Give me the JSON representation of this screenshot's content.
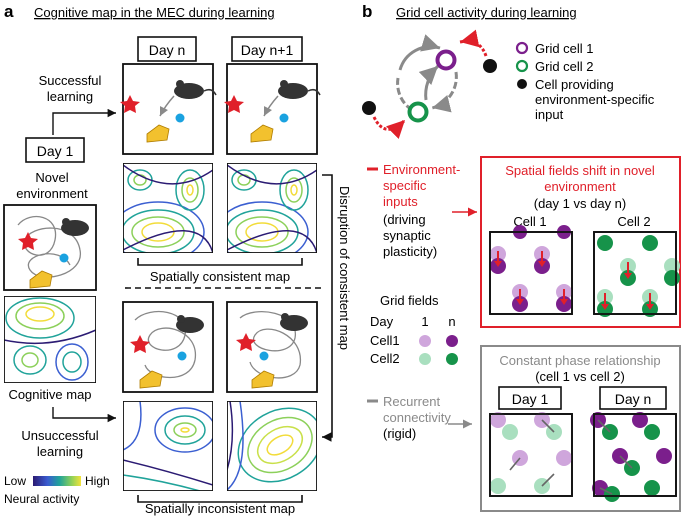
{
  "panel_a": {
    "letter": "a",
    "title": "Cognitive map in the MEC during learning",
    "day_n": "Day n",
    "day_n1": "Day n+1",
    "day_1": "Day 1",
    "successful": [
      "Successful",
      "learning"
    ],
    "novel": [
      "Novel",
      "environment"
    ],
    "spatially_consistent": "Spatially consistent map",
    "disruption": "Disruption of consistent map",
    "cognitive_map": "Cognitive map",
    "unsuccessful": [
      "Unsuccessful",
      "learning"
    ],
    "spatially_inconsistent": "Spatially inconsistent map",
    "legend_low": "Low",
    "legend_high": "High",
    "legend_label": "Neural activity",
    "colors": {
      "purple": "#3b2a8c",
      "teal": "#20a39a",
      "yellow": "#f2dc3a",
      "star": "#e0202a",
      "reward": "#1aa2e0",
      "cheese": "#f2c12e"
    }
  },
  "panel_b": {
    "letter": "b",
    "title": "Grid cell activity during learning",
    "legend": [
      "Grid cell 1",
      "Grid cell 2",
      "Cell providing",
      "environment-specific",
      "input"
    ],
    "env_label": [
      "Environment-",
      "specific",
      "inputs"
    ],
    "env_sub": [
      "(driving",
      "synaptic",
      "plasticity)"
    ],
    "box1_title": [
      "Spatial fields shift in novel",
      "environment"
    ],
    "box1_sub": "(day 1 vs day n)",
    "cell1": "Cell 1",
    "cell2": "Cell 2",
    "grid_fields": "Grid fields",
    "day": "Day",
    "col1": "1",
    "coln": "n",
    "row1": "Cell1",
    "row2": "Cell2",
    "recurrent": [
      "Recurrent",
      "connectivity",
      "(rigid)"
    ],
    "box2_title": [
      "Constant phase relationship",
      "(cell 1 vs cell 2)"
    ],
    "box2_day1": "Day 1",
    "box2_dayn": "Day n",
    "colors": {
      "purple": "#7b1f8c",
      "purple_light": "#cfa6dc",
      "green": "#16934a",
      "green_light": "#a9dfbf",
      "red": "#e0202a",
      "gray": "#8a8a8a"
    }
  }
}
